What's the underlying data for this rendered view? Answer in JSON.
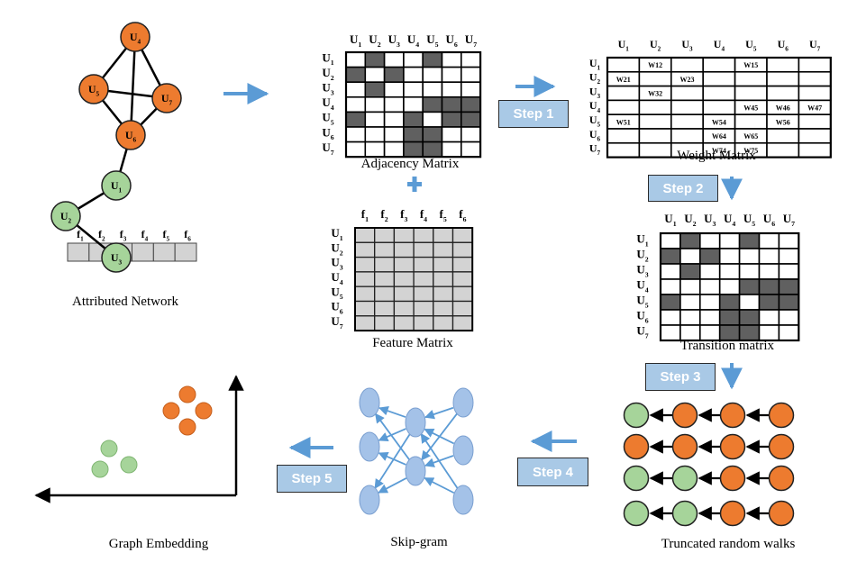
{
  "captions": {
    "attributed_network": "Attributed Network",
    "adjacency_matrix": "Adjacency Matrix",
    "feature_matrix": "Feature Matrix",
    "weight_matrix": "Weight Matrix",
    "transition_matrix": "Transition matrix",
    "truncated_walks": "Truncated random walks",
    "skip_gram": "Skip-gram",
    "graph_embedding": "Graph Embedding"
  },
  "steps": [
    "Step 1",
    "Step 2",
    "Step 3",
    "Step 4",
    "Step 5"
  ],
  "node_labels": [
    "U1",
    "U2",
    "U3",
    "U4",
    "U5",
    "U6",
    "U7"
  ],
  "feature_labels": [
    "f1",
    "f2",
    "f3",
    "f4",
    "f5",
    "f6"
  ],
  "adjacency": [
    [
      0,
      1,
      0,
      0,
      1,
      0,
      0
    ],
    [
      1,
      0,
      1,
      0,
      0,
      0,
      0
    ],
    [
      0,
      1,
      0,
      0,
      0,
      0,
      0
    ],
    [
      0,
      0,
      0,
      0,
      1,
      1,
      1
    ],
    [
      1,
      0,
      0,
      1,
      0,
      1,
      1
    ],
    [
      0,
      0,
      0,
      1,
      1,
      0,
      0
    ],
    [
      0,
      0,
      0,
      1,
      1,
      0,
      0
    ]
  ],
  "transition": [
    [
      0,
      1,
      0,
      0,
      1,
      0,
      0
    ],
    [
      1,
      0,
      1,
      0,
      0,
      0,
      0
    ],
    [
      0,
      1,
      0,
      0,
      0,
      0,
      0
    ],
    [
      0,
      0,
      0,
      0,
      1,
      1,
      1
    ],
    [
      1,
      0,
      0,
      1,
      0,
      1,
      1
    ],
    [
      0,
      0,
      0,
      1,
      1,
      0,
      0
    ],
    [
      0,
      0,
      0,
      1,
      1,
      0,
      0
    ]
  ],
  "weights": [
    {
      "row": 0,
      "col": 1,
      "label": "W12"
    },
    {
      "row": 0,
      "col": 4,
      "label": "W15"
    },
    {
      "row": 1,
      "col": 0,
      "label": "W21"
    },
    {
      "row": 1,
      "col": 2,
      "label": "W23"
    },
    {
      "row": 2,
      "col": 1,
      "label": "W32"
    },
    {
      "row": 3,
      "col": 4,
      "label": "W45"
    },
    {
      "row": 3,
      "col": 5,
      "label": "W46"
    },
    {
      "row": 3,
      "col": 6,
      "label": "W47"
    },
    {
      "row": 4,
      "col": 0,
      "label": "W51"
    },
    {
      "row": 4,
      "col": 3,
      "label": "W54"
    },
    {
      "row": 4,
      "col": 5,
      "label": "W56"
    },
    {
      "row": 5,
      "col": 3,
      "label": "W64"
    },
    {
      "row": 5,
      "col": 4,
      "label": "W65"
    },
    {
      "row": 6,
      "col": 3,
      "label": "W74"
    },
    {
      "row": 6,
      "col": 4,
      "label": "W75"
    }
  ],
  "walks": [
    [
      "green",
      "orange",
      "orange",
      "orange"
    ],
    [
      "orange",
      "orange",
      "orange",
      "orange"
    ],
    [
      "green",
      "green",
      "orange",
      "orange"
    ],
    [
      "green",
      "green",
      "orange",
      "orange"
    ]
  ],
  "colors": {
    "orange": "#ed7b2f",
    "green": "#a6d49a",
    "arrow_blue": "#5b9bd5",
    "step_box": "#a9c9e6",
    "matrix_dark": "#606060",
    "feature_fill": "#d3d3d3",
    "neuron": "#a4c2e8"
  }
}
